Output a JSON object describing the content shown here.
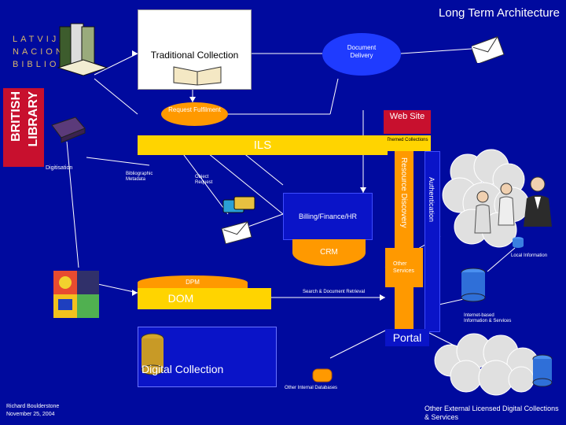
{
  "title": "Long Term Architecture",
  "latvia_logo": {
    "line1": "LATVIJAS",
    "line2": "NACIONĀLĀ",
    "line3": "BIBLIOTĒKA"
  },
  "bl_logo": {
    "line1": "BRITISH",
    "line2": "LIBRARY"
  },
  "traditional_collection": "Traditional Collection",
  "document_delivery": "Document Delivery",
  "request_fulfilment": "Request Fulfilment",
  "web_site": "Web Site",
  "themed_collections": "Themed Collections",
  "ils": "ILS",
  "digitisation": "Digitisation",
  "bibliographic_metadata": "Bibliographic Metadata",
  "object_request": "Object Request",
  "billing": "Billing/Finance/HR",
  "crm": "CRM",
  "resource_discovery": "Resource Discovery",
  "authentication": "Authentication",
  "other_services": "Other Services",
  "local_information": "Local Information",
  "dpm": "DPM",
  "dom": "DOM",
  "search_retrieval": "Search & Document Retrieval",
  "internet_info": "Internet-based Information & Services",
  "portal": "Portal",
  "digital_collection": "Digital Collection",
  "other_internal_db": "Other Internal Databases",
  "author": "Richard Boulderstone",
  "date": "November 25, 2004",
  "other_external": "Other External Licensed Digital Collections & Services",
  "colors": {
    "background": "#000a9e",
    "yellow": "#ffd400",
    "orange": "#ff9900",
    "red": "#c8102e"
  }
}
